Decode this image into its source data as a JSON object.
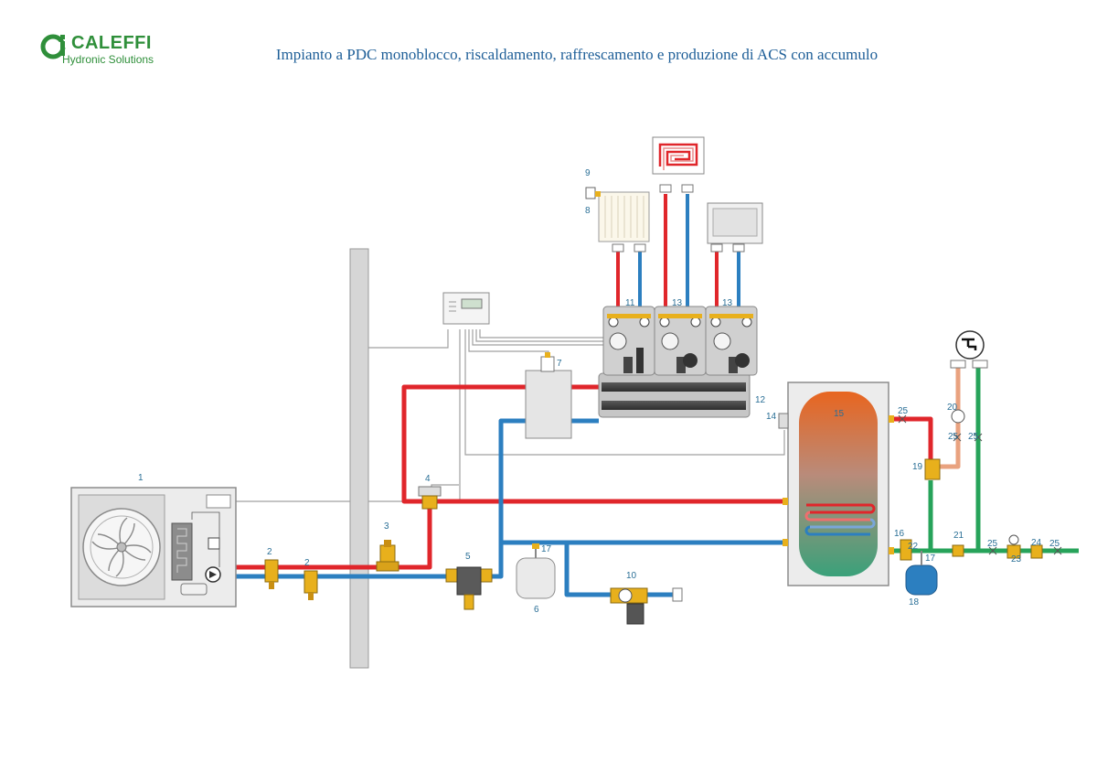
{
  "brand": {
    "name": "CALEFFI",
    "tagline": "Hydronic Solutions"
  },
  "title": "Impianto a PDC monoblocco, riscaldamento, raffrescamento e produzione di ACS con accumulo",
  "colors": {
    "hot": "#e0262b",
    "cold": "#2c7fc0",
    "green": "#27a35a",
    "copper": "#e9a27f",
    "wall": "#d6d6d6",
    "tag": "#2a6f96",
    "brass": "#e8b01c"
  },
  "labels": {
    "n1": "1",
    "n2a": "2",
    "n2b": "2",
    "n3": "3",
    "n4": "4",
    "n5": "5",
    "n6": "6",
    "n7": "7",
    "n8": "8",
    "n9": "9",
    "n10": "10",
    "n11": "11",
    "n12": "12",
    "n13a": "13",
    "n13b": "13",
    "n14": "14",
    "n15": "15",
    "n16": "16",
    "n17a": "17",
    "n17b": "17",
    "n18": "18",
    "n19": "19",
    "n20": "20",
    "n21": "21",
    "n22": "22",
    "n23": "23",
    "n24": "24",
    "n25a": "25",
    "n25b": "25",
    "n25c": "25",
    "n25d": "25",
    "n25e": "25"
  },
  "icons": {
    "tap": "tap-icon",
    "fan": "fan-icon",
    "floor_heating": "floor-heating-icon",
    "radiator": "radiator-icon",
    "fan_coil": "fan-coil-icon"
  }
}
